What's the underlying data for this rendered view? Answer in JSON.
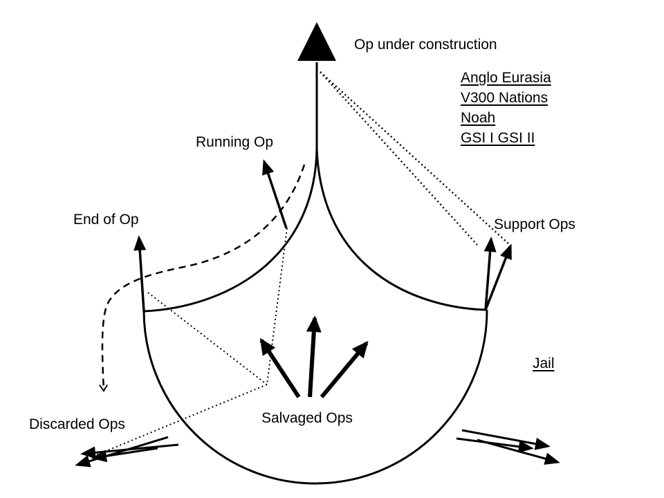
{
  "labels": {
    "op_under_construction": "Op under construction",
    "running_op": "Running Op",
    "end_of_op": "End of Op",
    "support_ops": "Support Ops",
    "salvaged_ops": "Salvaged Ops",
    "discarded_ops": "Discarded Ops",
    "jail": "Jail"
  },
  "projects": [
    "Anglo Eurasia",
    "V300 Nations",
    "Noah",
    "GSI I GSI II"
  ]
}
